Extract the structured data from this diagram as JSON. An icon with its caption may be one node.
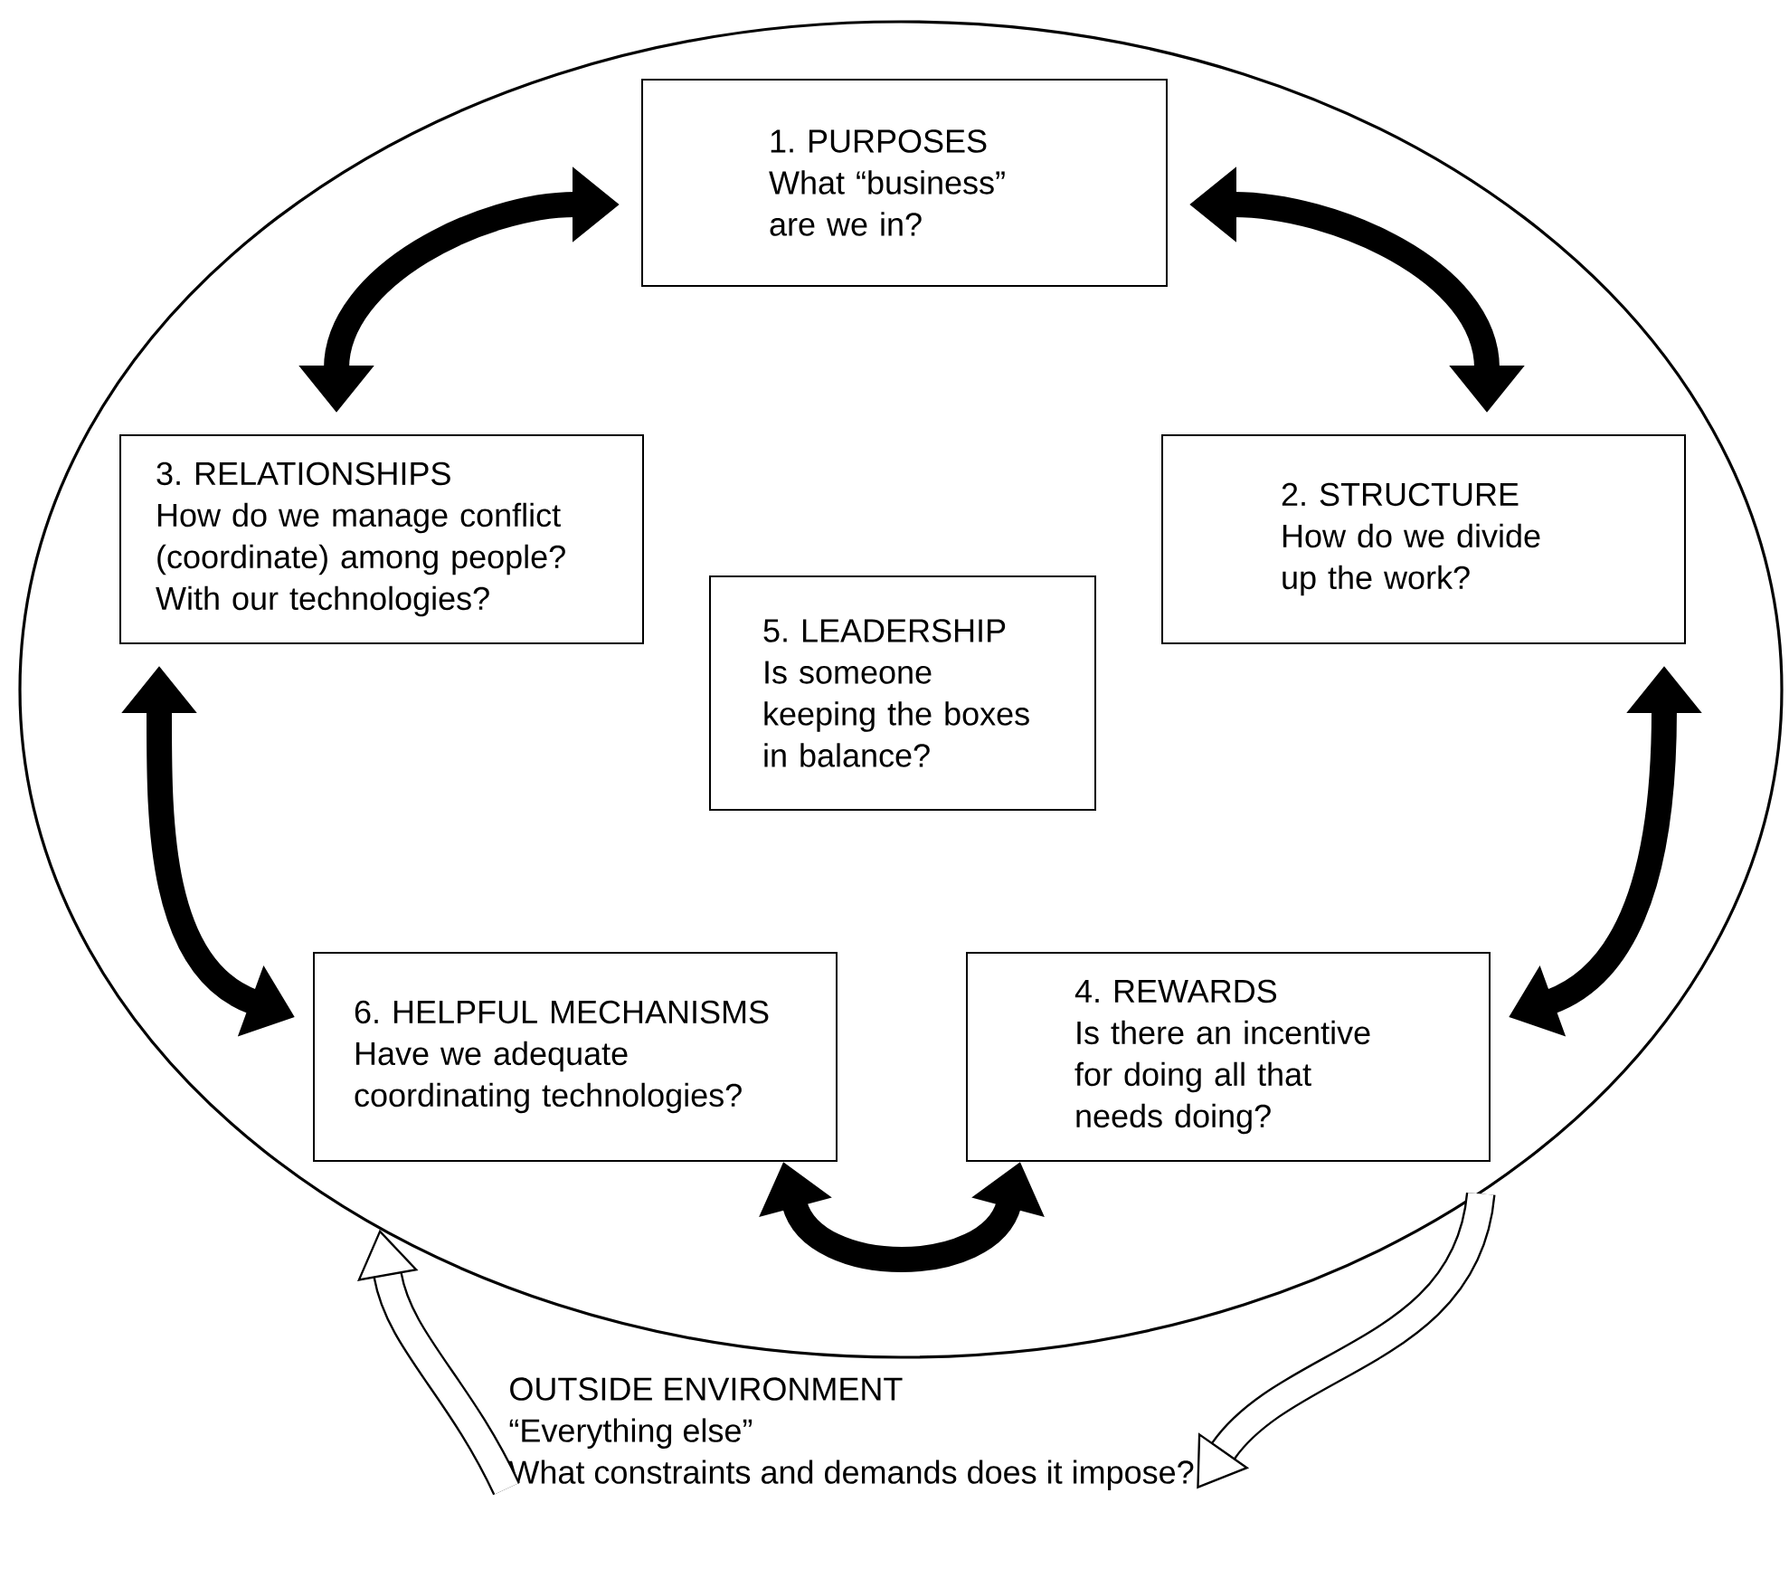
{
  "diagram": {
    "nodes": [
      {
        "text": [],
        "shape": "ellipse"
      },
      {
        "text": [
          "1. PURPOSES",
          "What “business” are we in?"
        ],
        "in": 0
      },
      {
        "text": [
          "3. RELATIONSHIPS",
          "How do we manage conflict (coordinate) among people? With our technologies?"
        ],
        "in": 0
      },
      {
        "text": [
          "2. STRUCTURE",
          "How do we divide up the work?"
        ],
        "in": 0
      },
      {
        "text": [
          "5. LEADERSHIP",
          "Is someone keeping the boxes in balance?"
        ],
        "in": 0
      },
      {
        "text": [
          "6. HELPFUL MECHANISMS",
          "Have we adequate coordinating technologies?"
        ],
        "in": 0
      },
      {
        "text": [
          "4. REWARDS",
          "Is there an incentive for doing all that needs doing?"
        ],
        "in": 0
      },
      {
        "text": [
          "OUTSIDE ENVIRONMENT",
          "“Everything else”",
          "What constraints and demands does it impose?"
        ]
      }
    ],
    "edges": [
      {
        "from": 1,
        "to": 2,
        "arrow": "both"
      },
      {
        "from": 1,
        "to": 3,
        "arrow": "both"
      },
      {
        "from": 2,
        "to": 5,
        "arrow": "both"
      },
      {
        "from": 3,
        "to": 6,
        "arrow": "both"
      },
      {
        "from": 5,
        "to": 6,
        "arrow": "both"
      },
      {
        "from": 0,
        "to": 7,
        "arrow": "to"
      },
      {
        "from": 7,
        "to": 0,
        "arrow": "to"
      }
    ]
  }
}
